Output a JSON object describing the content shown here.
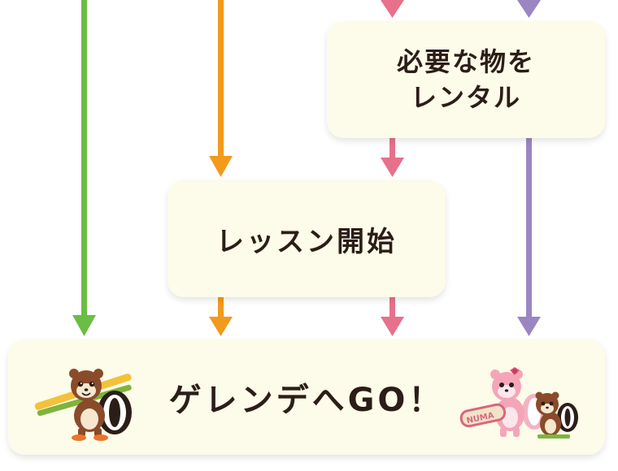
{
  "steps": {
    "rental": {
      "line1": "必要な物を",
      "line2": "レンタル"
    },
    "lesson": {
      "label": "レッスン開始"
    },
    "goal": {
      "label": "ゲレンデへGO！",
      "board_text": "NUMA"
    }
  },
  "colors": {
    "green": "#6bbd45",
    "orange": "#f29a1c",
    "pink": "#e7718a",
    "purple": "#9b86c1",
    "box_fill": "#fdfbe9",
    "text": "#2b1d18"
  },
  "icons": [
    "ski-chipmunk-mascot",
    "snowboard-chipmunk-mascots"
  ]
}
